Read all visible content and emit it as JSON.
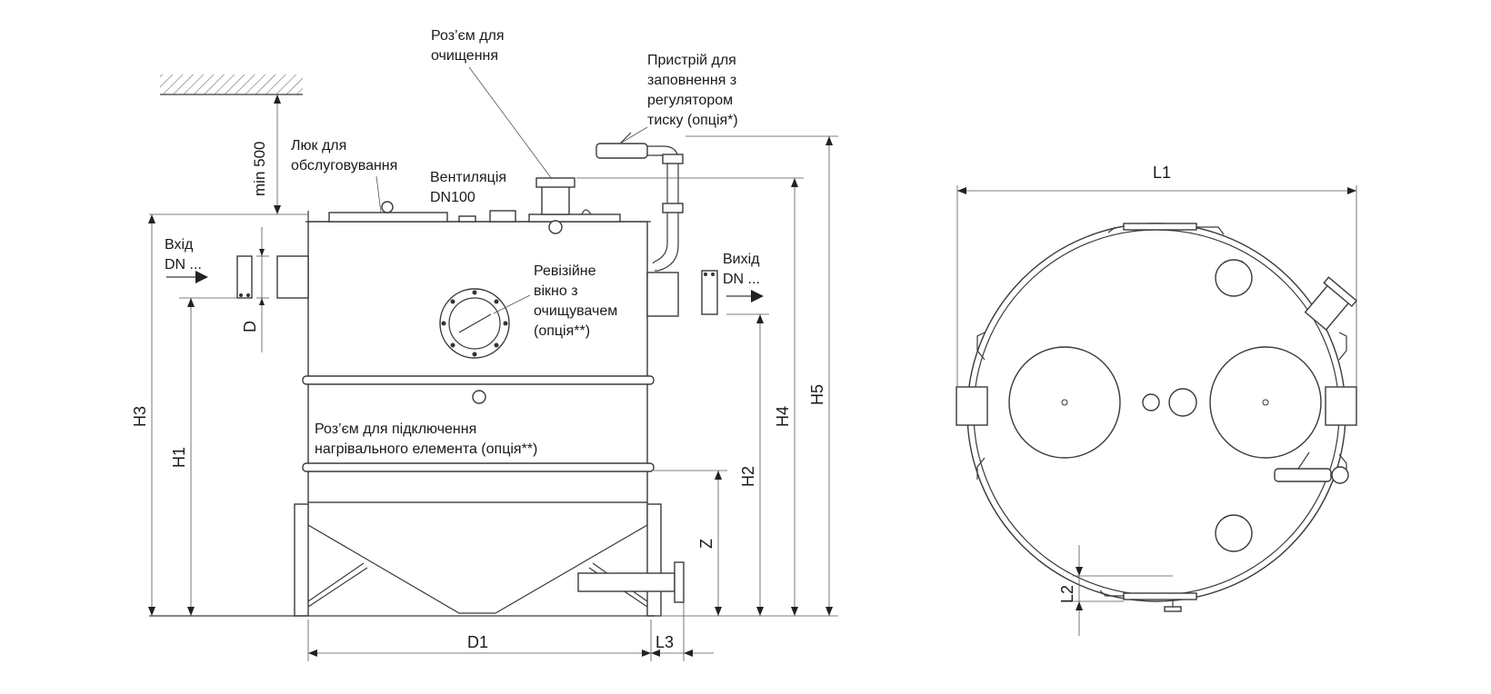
{
  "labels": {
    "cleaning_port": [
      "Роз’єм для",
      "очищення"
    ],
    "filling_device": [
      "Пристрій для",
      "заповнення з",
      "регулятором",
      "тиску (опція*)"
    ],
    "service_hatch": [
      "Люк для",
      "обслуговування"
    ],
    "ventilation": [
      "Вентиляція",
      "DN100"
    ],
    "inspection_window": [
      "Ревізійне",
      "вікно з",
      "очищувачем",
      "(опція**)"
    ],
    "heating_connector": [
      "Роз’єм для підключення",
      "нагрівального елемента (опція**)"
    ],
    "inlet": [
      "Вхід",
      "DN ..."
    ],
    "outlet": [
      "Вихід",
      "DN ..."
    ]
  },
  "dimensions": {
    "min_clearance": "min 500",
    "D": "D",
    "H1": "H1",
    "H2": "H2",
    "H3": "H3",
    "H4": "H4",
    "H5": "H5",
    "Z": "Z",
    "D1": "D1",
    "L1": "L1",
    "L2": "L2",
    "L3": "L3"
  }
}
